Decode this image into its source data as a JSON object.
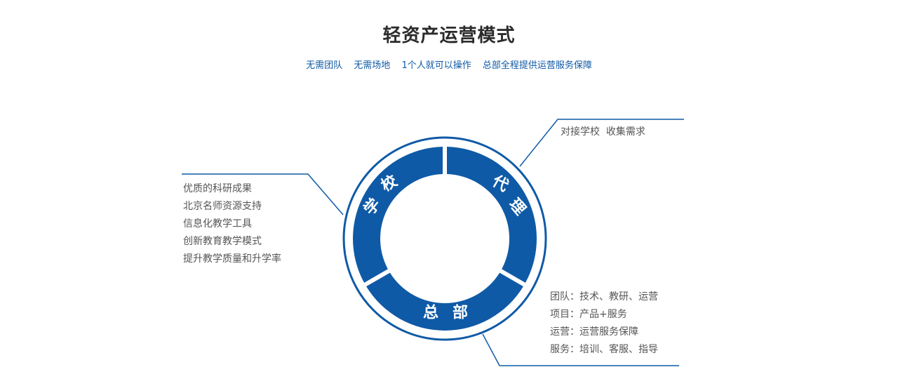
{
  "header": {
    "title": "轻资产运营模式",
    "tagline": [
      "无需团队",
      "无需场地",
      "1个人就可以操作",
      "总部全程提供运营服务保障"
    ]
  },
  "ring": {
    "segments": [
      {
        "id": "school",
        "label": [
          "学",
          "校"
        ]
      },
      {
        "id": "agent",
        "label": [
          "代",
          "理"
        ]
      },
      {
        "id": "hq",
        "label": [
          "总",
          "部"
        ]
      }
    ]
  },
  "callouts": {
    "school": [
      "优质的科研成果",
      "北京名师资源支持",
      "信息化教学工具",
      "创新教育教学模式",
      "提升教学质量和升学率"
    ],
    "agent": [
      "对接学校  收集需求"
    ],
    "hq": [
      "团队：技术、教研、运营",
      "项目：产品+服务",
      "运营：运营服务保障",
      "服务：培训、客服、指导"
    ]
  },
  "colors": {
    "primary": "#0f5aa6",
    "title": "#2b2b2b",
    "text": "#555555"
  }
}
